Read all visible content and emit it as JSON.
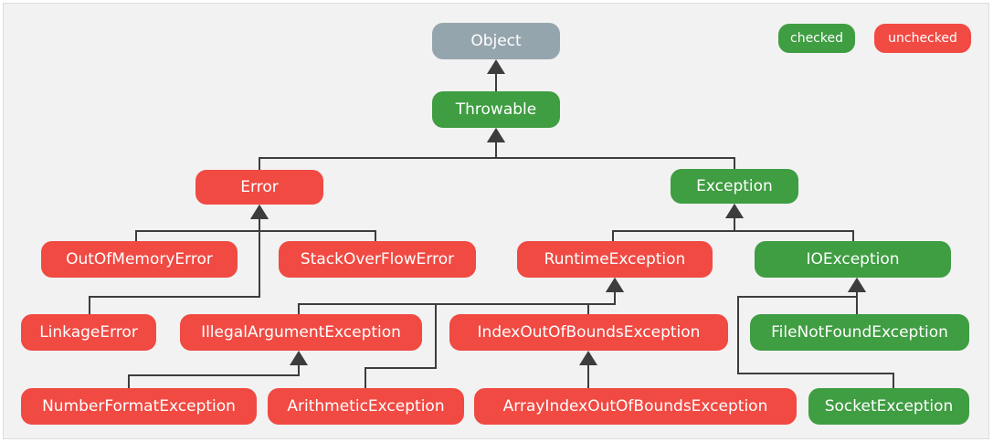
{
  "colors": {
    "neutral": "#95a5ad",
    "checked": "#3f9d42",
    "unchecked": "#f04a43",
    "edge": "#3d3d3d",
    "background": "#f2f2f2"
  },
  "legend": {
    "checked": "checked",
    "unchecked": "unchecked"
  },
  "nodes": {
    "object": {
      "label": "Object",
      "kind": "neutral"
    },
    "throwable": {
      "label": "Throwable",
      "kind": "checked"
    },
    "error": {
      "label": "Error",
      "kind": "unchecked"
    },
    "exception": {
      "label": "Exception",
      "kind": "checked"
    },
    "outofmemoryerror": {
      "label": "OutOfMemoryError",
      "kind": "unchecked"
    },
    "stackoverflowerror": {
      "label": "StackOverFlowError",
      "kind": "unchecked"
    },
    "runtimeexception": {
      "label": "RuntimeException",
      "kind": "unchecked"
    },
    "ioexception": {
      "label": "IOException",
      "kind": "checked"
    },
    "linkageerror": {
      "label": "LinkageError",
      "kind": "unchecked"
    },
    "illegalargumentexception": {
      "label": "IllegalArgumentException",
      "kind": "unchecked"
    },
    "indexoutofboundsexception": {
      "label": "IndexOutOfBoundsException",
      "kind": "unchecked"
    },
    "filenotfoundexception": {
      "label": "FileNotFoundException",
      "kind": "checked"
    },
    "numberformatexception": {
      "label": "NumberFormatException",
      "kind": "unchecked"
    },
    "arithmeticexception": {
      "label": "ArithmeticException",
      "kind": "unchecked"
    },
    "arrayindexoutofboundsexception": {
      "label": "ArrayIndexOutOfBoundsException",
      "kind": "unchecked"
    },
    "socketexception": {
      "label": "SocketException",
      "kind": "checked"
    }
  },
  "edges": [
    {
      "from": "throwable",
      "to": "object"
    },
    {
      "from": "error",
      "to": "throwable"
    },
    {
      "from": "exception",
      "to": "throwable"
    },
    {
      "from": "outofmemoryerror",
      "to": "error"
    },
    {
      "from": "stackoverflowerror",
      "to": "error"
    },
    {
      "from": "linkageerror",
      "to": "error"
    },
    {
      "from": "runtimeexception",
      "to": "exception"
    },
    {
      "from": "ioexception",
      "to": "exception"
    },
    {
      "from": "illegalargumentexception",
      "to": "runtimeexception"
    },
    {
      "from": "arithmeticexception",
      "to": "runtimeexception"
    },
    {
      "from": "indexoutofboundsexception",
      "to": "runtimeexception"
    },
    {
      "from": "numberformatexception",
      "to": "illegalargumentexception"
    },
    {
      "from": "arrayindexoutofboundsexception",
      "to": "indexoutofboundsexception"
    },
    {
      "from": "filenotfoundexception",
      "to": "ioexception"
    },
    {
      "from": "socketexception",
      "to": "ioexception"
    }
  ]
}
